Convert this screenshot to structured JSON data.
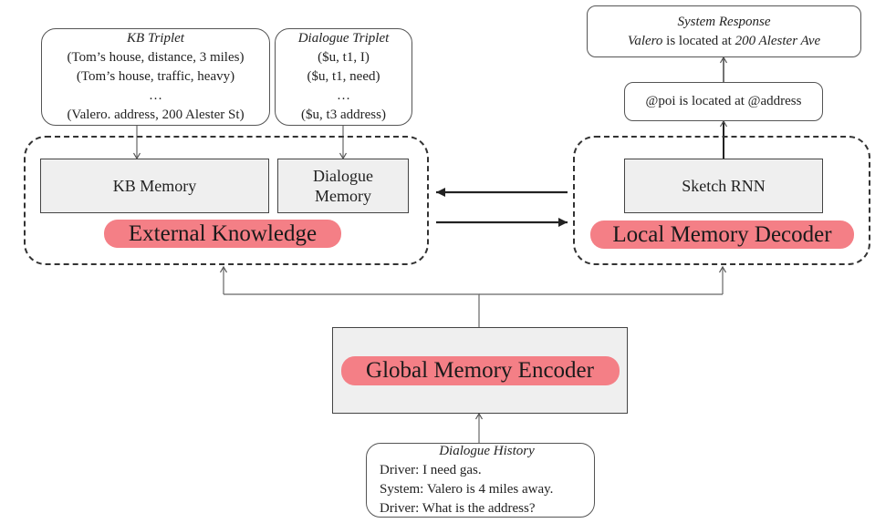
{
  "kb_triplet": {
    "title": "KB Triplet",
    "lines": [
      "(Tom’s house, distance, 3 miles)",
      "(Tom’s house, traffic, heavy)",
      "…",
      "(Valero. address, 200 Alester St)"
    ]
  },
  "dialogue_triplet": {
    "title": "Dialogue Triplet",
    "lines": [
      "($u, t1, I)",
      "($u, t1, need)",
      "…",
      "($u, t3 address)"
    ]
  },
  "system_response": {
    "title": "System Response",
    "entity1": "Valero",
    "middle": " is located at ",
    "entity2": "200 Alester Ave"
  },
  "sketch_response": "@poi is located at @address",
  "kb_memory": "KB Memory",
  "dialogue_memory": [
    "Dialogue",
    "Memory"
  ],
  "sketch_rnn": "Sketch RNN",
  "external_knowledge": "External Knowledge",
  "local_memory_decoder": "Local Memory Decoder",
  "global_memory_encoder": "Global Memory Encoder",
  "dialogue_history": {
    "title": "Dialogue History",
    "lines": [
      "Driver: I need gas.",
      "System: Valero is 4 miles away.",
      "Driver: What is the address?"
    ]
  },
  "colors": {
    "highlight": "#f47f86",
    "module_fill": "#efefef"
  }
}
